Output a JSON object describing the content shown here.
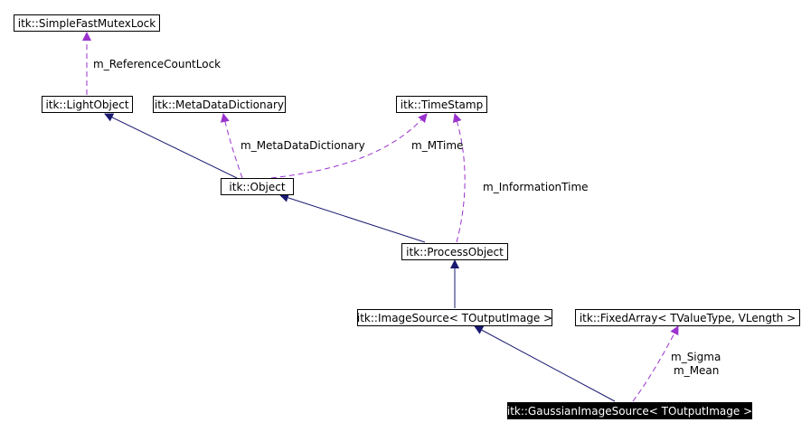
{
  "diagram": {
    "nodes": {
      "simple_fast_mutex_lock": "itk::SimpleFastMutexLock",
      "light_object": "itk::LightObject",
      "meta_data_dictionary": "itk::MetaDataDictionary",
      "time_stamp": "itk::TimeStamp",
      "object": "itk::Object",
      "process_object": "itk::ProcessObject",
      "image_source": "itk::ImageSource< TOutputImage >",
      "fixed_array": "itk::FixedArray< TValueType, VLength >",
      "gaussian_image_source": "itk::GaussianImageSource< TOutputImage >"
    },
    "edge_labels": {
      "reference_count_lock": "m_ReferenceCountLock",
      "meta_data_dictionary": "m_MetaDataDictionary",
      "mtime": "m_MTime",
      "information_time": "m_InformationTime",
      "sigma": "m_Sigma",
      "mean": "m_Mean"
    },
    "colors": {
      "inheritance_edge": "#191970",
      "member_edge": "#9a32cd",
      "focus_node_fill": "#000000",
      "focus_node_text": "#ffffff"
    }
  }
}
